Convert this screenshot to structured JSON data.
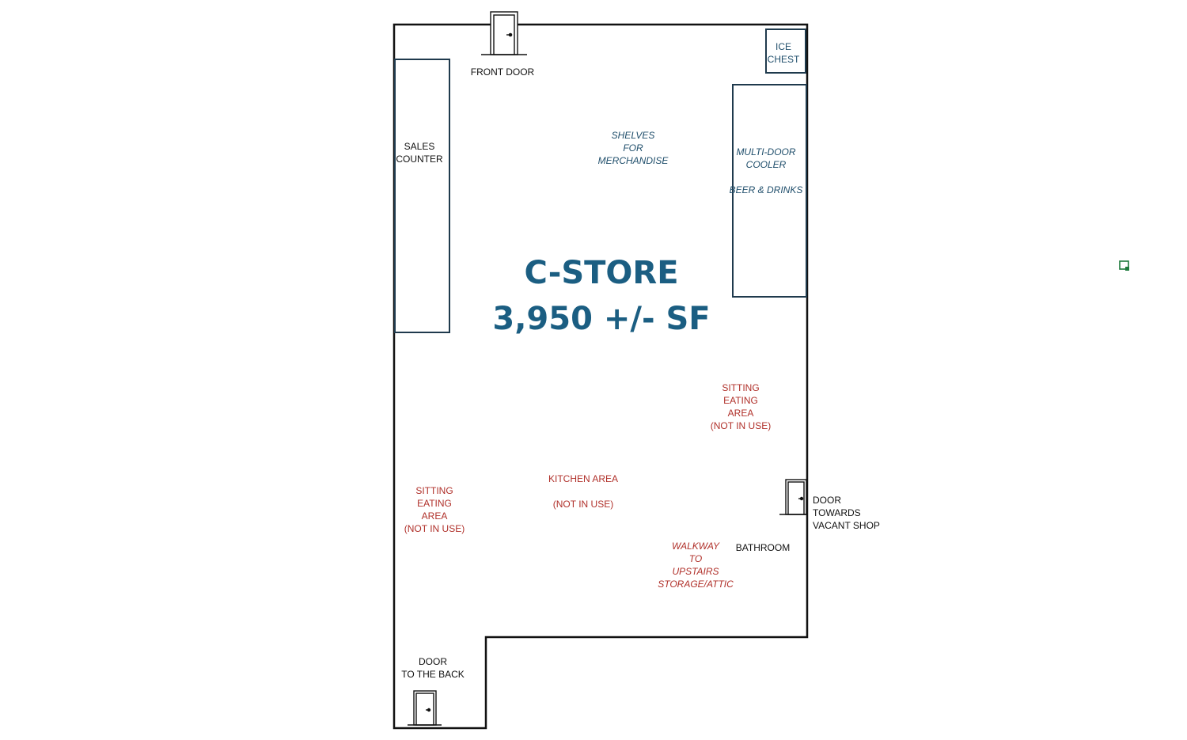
{
  "title": {
    "line1": "C-STORE",
    "line2": "3,950 +/- SF",
    "color": "#1b5e82"
  },
  "fixtures": {
    "sales_counter": "SALES\nCOUNTER",
    "ice_chest": "ICE\nCHEST",
    "cooler": "MULTI-DOOR\nCOOLER\n\nBEER & DRINKS",
    "shelves": "SHELVES\nFOR\nMERCHANDISE"
  },
  "doors": {
    "front": "FRONT DOOR",
    "back": "DOOR\nTO THE BACK",
    "vacant_shop": "DOOR\nTOWARDS\nVACANT SHOP"
  },
  "areas": {
    "sitting_right": "SITTING\nEATING\nAREA\n(NOT IN USE)",
    "sitting_left": "SITTING\nEATING\nAREA\n(NOT IN USE)",
    "kitchen": "KITCHEN AREA\n\n(NOT IN USE)",
    "walkway": "WALKWAY\nTO\nUPSTAIRS\nSTORAGE/ATTIC",
    "bathroom": "BATHROOM"
  },
  "colors": {
    "wall": "#111111",
    "fixture_outline": "#1f3a4d",
    "label_blue": "#1f4e6b",
    "label_red": "#b0302a",
    "marker_green": "#1e7a3c"
  }
}
